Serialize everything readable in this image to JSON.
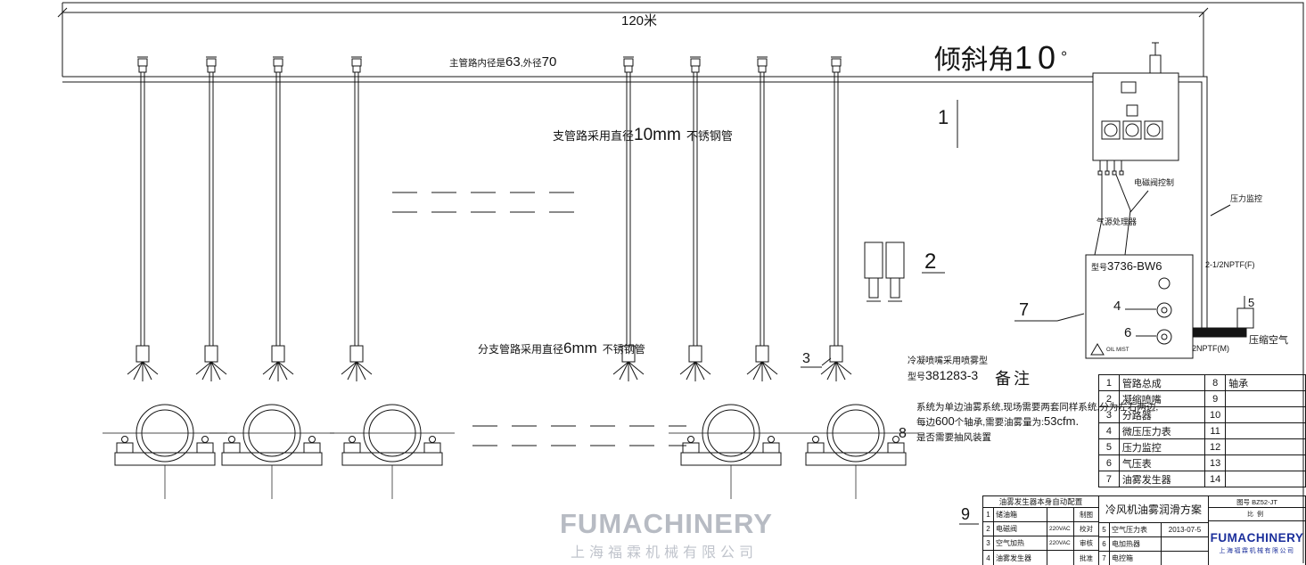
{
  "annotations": {
    "dim_length": "120米",
    "incline": {
      "prefix": "倾斜角",
      "num": "10",
      "deg": "°"
    },
    "main_pipe": {
      "p1": "主管路内径是",
      "b1": "63",
      "p2": ",外径",
      "b2": "70"
    },
    "branch": {
      "p1": "支管路采用直径",
      "b1": "10mm",
      "p2": "不锈钢管"
    },
    "subbranch": {
      "p1": "分支管路采用直径",
      "b1": "6mm",
      "p2": "不锈钢管"
    },
    "nozzle_note": {
      "line1": "冷凝喷嘴采用喷雾型",
      "p1": "型号",
      "b1": "381283-3"
    },
    "remark": {
      "title": "备注",
      "l1": "系统为单边油雾系统,现场需要两套同样系统,分为左右两边,",
      "l2a": "每边",
      "l2b": "600",
      "l2c": "个轴承,需要油雾量为:",
      "l2d": "53cfm.",
      "l3": "是否需要抽风装置"
    },
    "solenoid": "电磁阀控制",
    "air_source": "气源处理器",
    "pressure_monitor": "压力监控",
    "nptf_f": "2-1/2NPTF(F)",
    "nptf_m": "2NPTF(M)",
    "compressed_air": "压缩空气",
    "model": {
      "p1": "型号",
      "b1": "3736-BW6"
    },
    "oil_mist": "OIL MIST"
  },
  "balloons": {
    "n1": "1",
    "n2": "2",
    "n3": "3",
    "n4": "4",
    "n5": "5",
    "n6": "6",
    "n7": "7",
    "n8": "8",
    "n9": "9"
  },
  "parts_table": {
    "rows": [
      {
        "c1": "1",
        "c2": "管路总成",
        "c3": "8",
        "c4": "轴承"
      },
      {
        "c1": "2",
        "c2": "凝缩喷嘴",
        "c3": "9",
        "c4": ""
      },
      {
        "c1": "3",
        "c2": "分路器",
        "c3": "10",
        "c4": ""
      },
      {
        "c1": "4",
        "c2": "微压压力表",
        "c3": "11",
        "c4": ""
      },
      {
        "c1": "5",
        "c2": "压力监控",
        "c3": "12",
        "c4": ""
      },
      {
        "c1": "6",
        "c2": "气压表",
        "c3": "13",
        "c4": ""
      },
      {
        "c1": "7",
        "c2": "油雾发生器",
        "c3": "14",
        "c4": ""
      }
    ]
  },
  "title_block": {
    "left_header": "油雾发生器本身自动配置",
    "rows": [
      {
        "no": "1",
        "name": "储油箱",
        "spec": "",
        "role": "制图"
      },
      {
        "no": "2",
        "name": "电磁阀",
        "spec": "220VAC",
        "role": "校对"
      },
      {
        "no": "3",
        "name": "空气加热",
        "spec": "220VAC",
        "role": "审核"
      },
      {
        "no": "4",
        "name": "油雾发生器",
        "spec": "",
        "role": "批准"
      }
    ],
    "drawing_title": "冷风机油雾润滑方案",
    "mid_rows": [
      {
        "no": "5",
        "name": "空气压力表",
        "extra": "2013-07-5"
      },
      {
        "no": "6",
        "name": "电加热器",
        "extra": ""
      },
      {
        "no": "7",
        "name": "电控箱",
        "extra": ""
      }
    ],
    "doc_no_label": "图号",
    "doc_no": "BZ52-JT",
    "scale_label": "比例"
  },
  "watermark": {
    "brand": "FUMACHINERY",
    "company": "上海福霖机械有限公司"
  },
  "logo": {
    "brand": "FUMACHINERY",
    "company": "上海福霖机械有限公司"
  }
}
